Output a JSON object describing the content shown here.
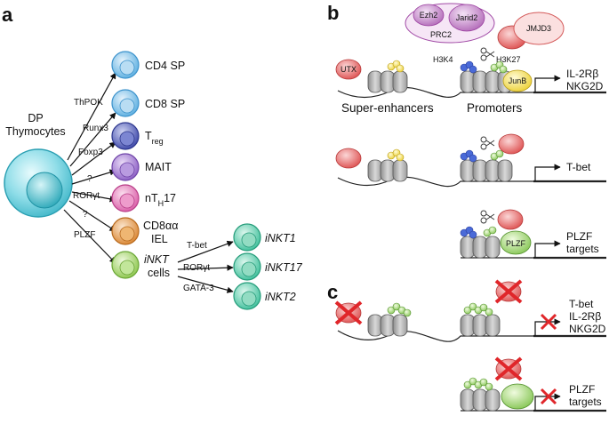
{
  "panel_labels": {
    "a": "a",
    "b": "b",
    "c": "c"
  },
  "panel_a": {
    "source_label_line1": "DP",
    "source_label_line2": "Thymocytes",
    "lineages": [
      {
        "name": "CD4 SP",
        "factor": "ThPOK",
        "color": "#5aaee0"
      },
      {
        "name": "CD8 SP",
        "factor": "Runx3",
        "color": "#5aaee0"
      },
      {
        "name": "T",
        "sub": "reg",
        "factor": "Foxp3",
        "color": "#4a56b8"
      },
      {
        "name": "MAIT",
        "factor": "?",
        "color": "#8a5cc4"
      },
      {
        "name": "nT",
        "sub": "H",
        "suffix": "17",
        "factor": "RORγt",
        "color": "#d95aa6"
      },
      {
        "name_line1": "CD8αα",
        "name_line2": "IEL",
        "factor": "?",
        "color": "#d9842e"
      },
      {
        "name_line1": "iNKT",
        "name_line2": "cells",
        "factor": "PLZF",
        "color": "#8bc64a"
      }
    ],
    "inkt_subsets": [
      {
        "name": "iNKT1",
        "factor": "T-bet"
      },
      {
        "name": "iNKT17",
        "factor": "RORγt"
      },
      {
        "name": "iNKT2",
        "factor": "GATA-3"
      }
    ],
    "inkt_color": "#3cbf9a"
  },
  "panel_b": {
    "complex": {
      "ezh2": "Ezh2",
      "jarid2": "Jarid2",
      "prc2": "PRC2",
      "jmjd3": "JMJD3"
    },
    "marks": {
      "h3k4": "H3K4",
      "h3k27": "H3K27"
    },
    "utx": "UTX",
    "junb": "JunB",
    "row1_targets": [
      "IL-2Rβ",
      "NKG2D"
    ],
    "section_labels": {
      "super_enhancers": "Super-enhancers",
      "promoters": "Promoters"
    },
    "row2_target": "T-bet",
    "plzf": "PLZF",
    "row3_targets": [
      "PLZF",
      "targets"
    ]
  },
  "panel_c": {
    "row1_targets": [
      "T-bet",
      "IL-2Rβ",
      "NKG2D"
    ],
    "row2_targets": [
      "PLZF",
      "targets"
    ]
  },
  "colors": {
    "red_factor": "#e05a5a",
    "yellow_mark": "#f0d84a",
    "green_mark": "#7cc84a",
    "blue_mark": "#4a6ad8",
    "purple_complex": "#c37ac8",
    "junb": "#f1d94a",
    "plzf": "#9fd36a",
    "x_red": "#e0262a",
    "nucleosome": "#a6a6a6"
  }
}
